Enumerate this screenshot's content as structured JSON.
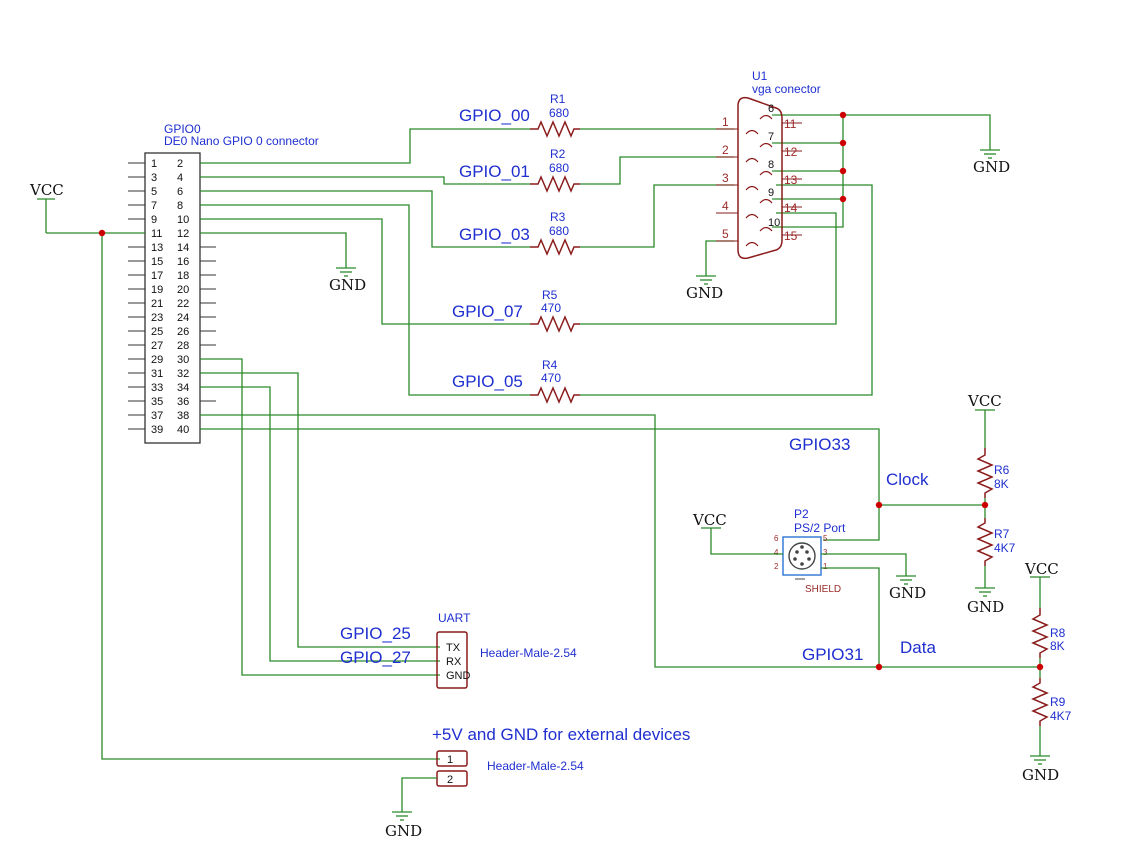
{
  "power": {
    "vcc": "VCC",
    "gnd": "GND"
  },
  "gpio_header": {
    "ref": "GPIO0",
    "name": "DE0 Nano GPIO 0 connector",
    "left_pins": [
      "1",
      "3",
      "5",
      "7",
      "9",
      "11",
      "13",
      "15",
      "17",
      "19",
      "21",
      "23",
      "25",
      "27",
      "29",
      "31",
      "33",
      "35",
      "37",
      "39"
    ],
    "right_pins": [
      "2",
      "4",
      "6",
      "8",
      "10",
      "12",
      "14",
      "16",
      "18",
      "20",
      "22",
      "24",
      "26",
      "28",
      "30",
      "32",
      "34",
      "36",
      "38",
      "40"
    ]
  },
  "vga": {
    "ref": "U1",
    "name": "vga conector",
    "left_pins": [
      "1",
      "2",
      "3",
      "4",
      "5"
    ],
    "right_pins": [
      "11",
      "12",
      "13",
      "14",
      "15"
    ],
    "mid_pins": [
      "6",
      "7",
      "8",
      "9",
      "10"
    ]
  },
  "resistors": {
    "r1": {
      "ref": "R1",
      "value": "680"
    },
    "r2": {
      "ref": "R2",
      "value": "680"
    },
    "r3": {
      "ref": "R3",
      "value": "680"
    },
    "r4": {
      "ref": "R4",
      "value": "470"
    },
    "r5": {
      "ref": "R5",
      "value": "470"
    },
    "r6": {
      "ref": "R6",
      "value": "8K"
    },
    "r7": {
      "ref": "R7",
      "value": "4K7"
    },
    "r8": {
      "ref": "R8",
      "value": "8K"
    },
    "r9": {
      "ref": "R9",
      "value": "4K7"
    }
  },
  "nets": {
    "gpio00": "GPIO_00",
    "gpio01": "GPIO_01",
    "gpio03": "GPIO_03",
    "gpio07": "GPIO_07",
    "gpio05": "GPIO_05",
    "gpio33": "GPIO33",
    "gpio31": "GPIO31",
    "clock": "Clock",
    "data": "Data",
    "gpio25": "GPIO_25",
    "gpio27": "GPIO_27"
  },
  "ps2": {
    "ref": "P2",
    "name": "PS/2 Port",
    "shield": "SHIELD",
    "pins": [
      "6",
      "5",
      "4",
      "3",
      "2",
      "1"
    ]
  },
  "uart": {
    "ref": "UART",
    "pins": [
      "TX",
      "RX",
      "GND"
    ],
    "footprint": "Header-Male-2.54"
  },
  "ext_header": {
    "caption": "+5V and GND for external devices",
    "pins": [
      "1",
      "2"
    ],
    "footprint": "Header-Male-2.54"
  }
}
